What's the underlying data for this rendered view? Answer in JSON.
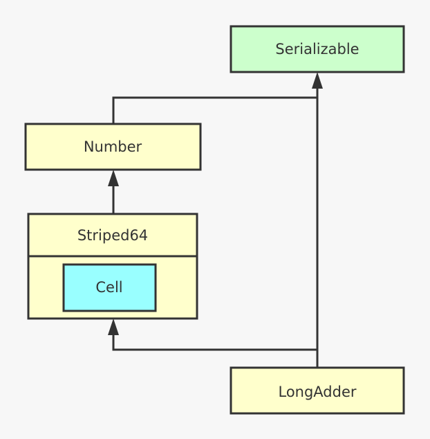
{
  "nodes": {
    "serializable": {
      "label": "Serializable",
      "fill": "#ccffcc"
    },
    "number": {
      "label": "Number",
      "fill": "#ffffcc"
    },
    "striped64": {
      "label": "Striped64",
      "fill": "#ffffcc"
    },
    "cell": {
      "label": "Cell",
      "fill": "#99ffff"
    },
    "longadder": {
      "label": "LongAdder",
      "fill": "#ffffcc"
    }
  },
  "colors": {
    "background": "#f7f7f7",
    "stroke": "#333333"
  }
}
